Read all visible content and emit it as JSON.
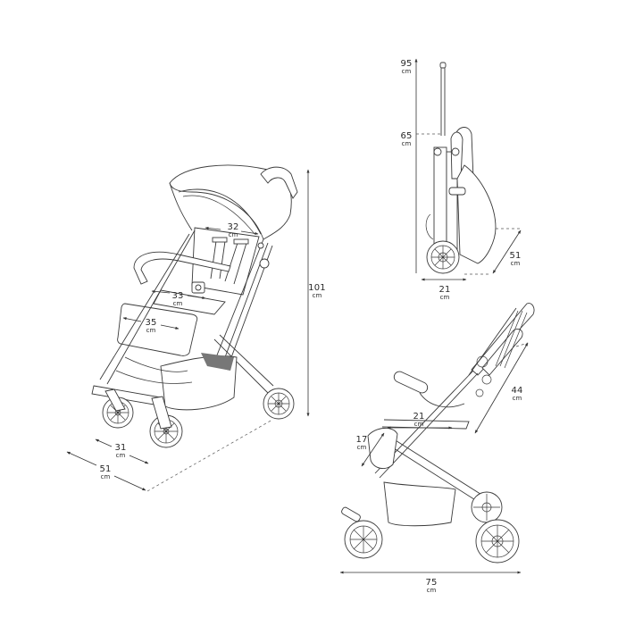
{
  "figure": {
    "subject": "stroller-dimensions",
    "views": [
      "front-three-quarter",
      "folded-side",
      "side-profile"
    ]
  },
  "front_view": {
    "height": {
      "value": "101",
      "unit": "cm"
    },
    "canopy_width": {
      "value": "32",
      "unit": "cm"
    },
    "seat_width": {
      "value": "33",
      "unit": "cm"
    },
    "footrest_width": {
      "value": "35",
      "unit": "cm"
    },
    "front_wheel_track": {
      "value": "31",
      "unit": "cm"
    },
    "overall_width": {
      "value": "51",
      "unit": "cm"
    }
  },
  "folded_view": {
    "handle_extended_height": {
      "value": "95",
      "unit": "cm"
    },
    "folded_height": {
      "value": "65",
      "unit": "cm"
    },
    "folded_depth": {
      "value": "21",
      "unit": "cm"
    },
    "folded_width": {
      "value": "51",
      "unit": "cm"
    }
  },
  "side_view": {
    "backrest_height": {
      "value": "44",
      "unit": "cm"
    },
    "seat_depth": {
      "value": "21",
      "unit": "cm"
    },
    "leg_rest_length": {
      "value": "17",
      "unit": "cm"
    },
    "overall_length": {
      "value": "75",
      "unit": "cm"
    }
  }
}
